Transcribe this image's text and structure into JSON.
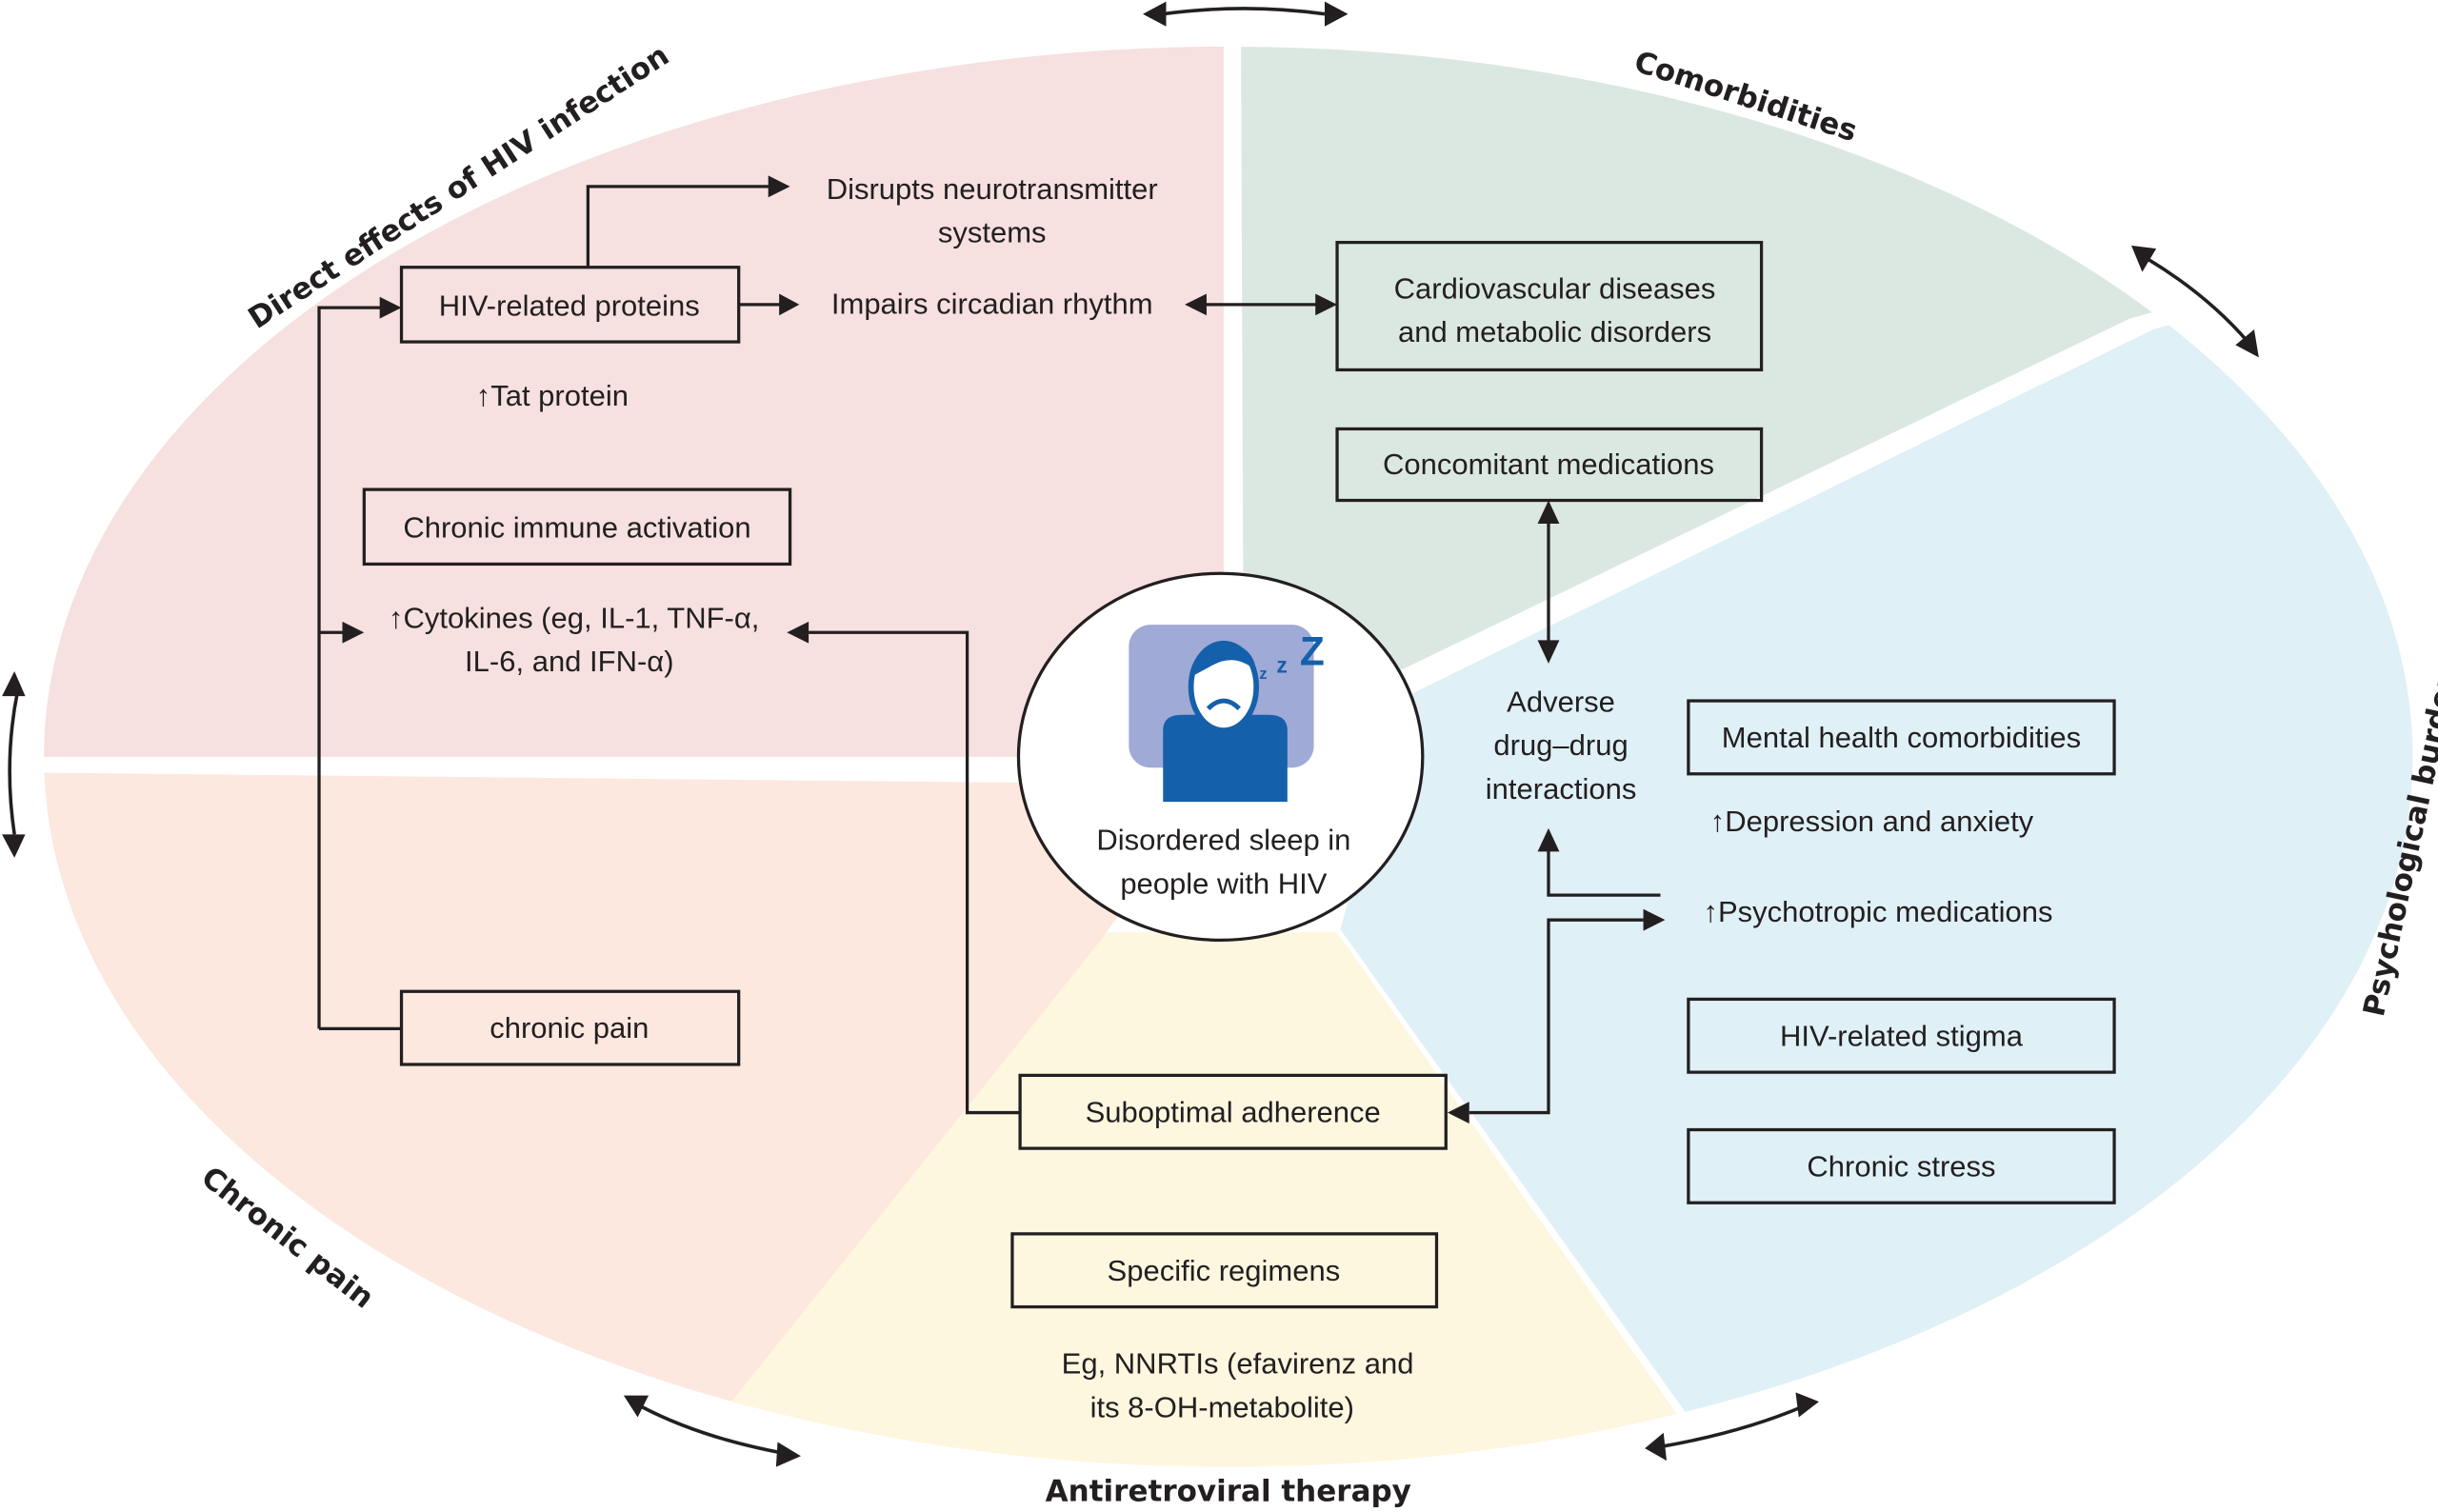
{
  "colors": {
    "direct_effects": "#f6e0e0",
    "chronic_pain": "#fce8df",
    "comorbidities": "#dbe8e1",
    "psychological": "#dff0f7",
    "art": "#fdf7e0",
    "pillow": "#9faad6",
    "person": "#1560aa",
    "ink": "#231f20"
  },
  "center": {
    "line1": "Disordered sleep in",
    "line2": "people with HIV",
    "icon": "sleeping-person-icon"
  },
  "segments": {
    "direct_effects": {
      "title": "Direct effects of HIV infection",
      "hiv_proteins": "HIV-related proteins",
      "neuro_line1": "Disrupts neurotransmitter",
      "neuro_line2": "systems",
      "circadian": "Impairs circadian rhythm",
      "tat": "↑Tat protein",
      "immune": "Chronic immune activation",
      "cytokines_line1": "↑Cytokines (eg, IL-1, TNF-α,",
      "cytokines_line2": "IL-6, and IFN-α)"
    },
    "chronic_pain": {
      "title": "Chronic pain",
      "box": "chronic pain"
    },
    "comorbidities": {
      "title": "Comorbidities",
      "cvd_line1": "Cardiovascular diseases",
      "cvd_line2": "and metabolic disorders",
      "concomitant": "Concomitant medications"
    },
    "psychological": {
      "title": "Psychological burden",
      "ddi_line1": "Adverse",
      "ddi_line2": "drug–drug",
      "ddi_line3": "interactions",
      "mental": "Mental health comorbidities",
      "depression": "↑Depression and anxiety",
      "psychotropic": "↑Psychotropic medications",
      "stigma": "HIV-related stigma",
      "stress": "Chronic stress"
    },
    "art": {
      "title": "Antiretroviral therapy",
      "adherence": "Suboptimal adherence",
      "regimens": "Specific regimens",
      "nnrti_line1": "Eg, NNRTIs (efavirenz and",
      "nnrti_line2": "its 8-OH-metabolite)"
    }
  }
}
